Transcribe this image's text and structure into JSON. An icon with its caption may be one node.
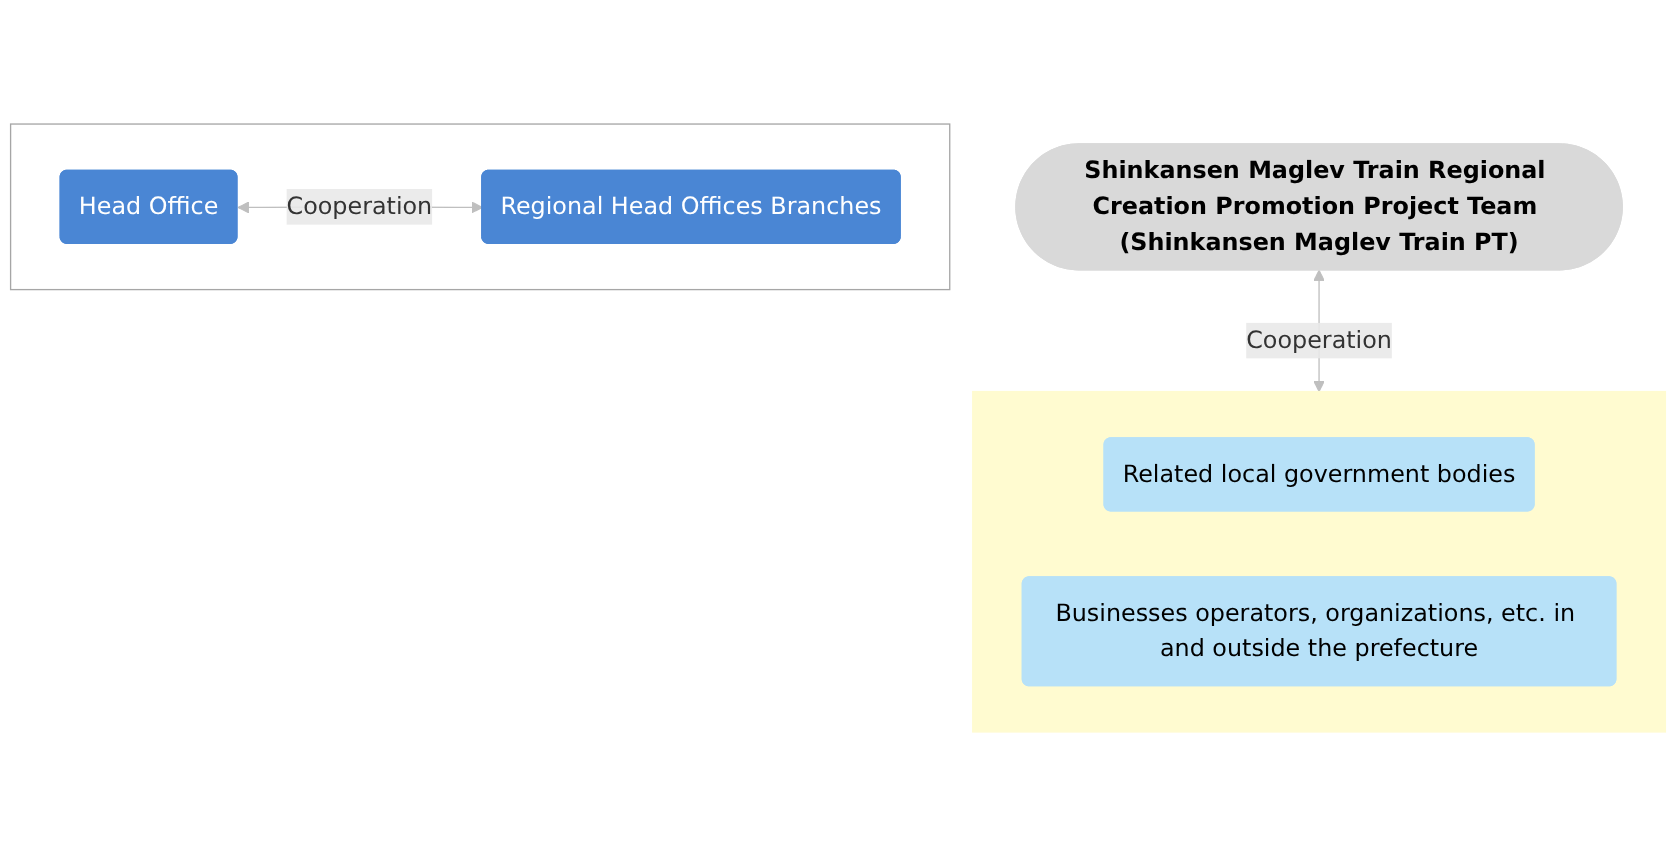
{
  "diagram": {
    "nodes": [
      {
        "text": [],
        "shape": "box"
      },
      {
        "text": [
          "Head Office"
        ],
        "in": 0
      },
      {
        "text": [
          "Regional Head Offices Branches"
        ],
        "in": 0
      },
      {
        "text": [
          "Shinkansen Maglev Train Regional Creation Promotion Project Team (Shinkansen Maglev Train PT)"
        ]
      },
      {
        "text": [],
        "shape": "box"
      },
      {
        "text": [
          "Related local government bodies"
        ],
        "in": 4
      },
      {
        "text": [
          "Businesses operators, organizations, etc. in and outside the prefecture"
        ],
        "in": 4
      }
    ],
    "edges": [
      {
        "from": 1,
        "to": 2,
        "arrow": "both",
        "label": "Cooperation",
        "color": "#bfbfbf"
      },
      {
        "from": 3,
        "to": 4,
        "arrow": "both",
        "label": "Cooperation",
        "color": "#bfbfbf"
      }
    ]
  }
}
